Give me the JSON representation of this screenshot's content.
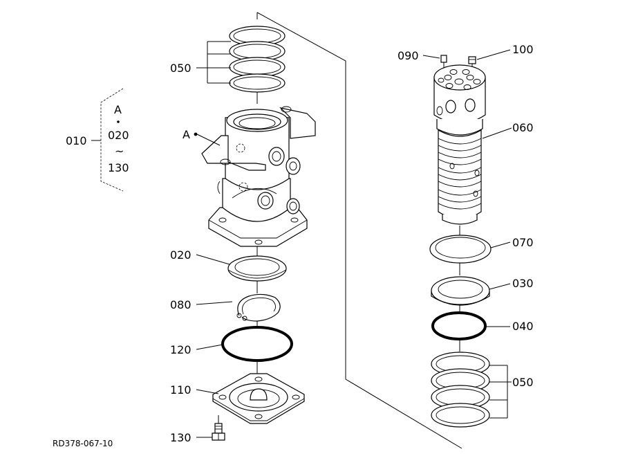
{
  "diagram": {
    "labels": {
      "p010": "010",
      "p020": "020",
      "p030": "030",
      "p040": "040",
      "p050_left": "050",
      "p050_right": "050",
      "p060": "060",
      "p070": "070",
      "p080": "080",
      "p090": "090",
      "p100": "100",
      "p110": "110",
      "p120": "120",
      "p130": "130"
    },
    "group": {
      "top": "A",
      "from": "020",
      "tilde": "~",
      "to": "130"
    },
    "ref_a": "A",
    "drawing_code": "RD378-067-10"
  }
}
